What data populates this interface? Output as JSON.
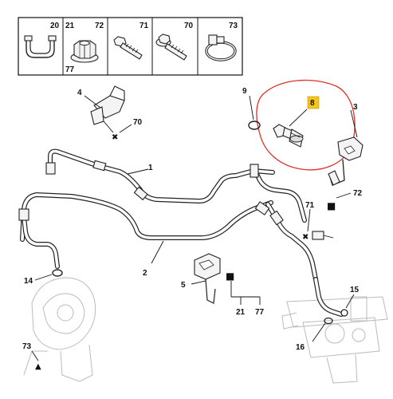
{
  "parts_header": {
    "cells": [
      {
        "top_left": "20",
        "top_right": "",
        "bottom_left": ""
      },
      {
        "top_left": "21",
        "top_right": "72",
        "bottom_left": "77"
      },
      {
        "top_left": "",
        "top_right": "71",
        "bottom_left": ""
      },
      {
        "top_left": "",
        "top_right": "70",
        "bottom_left": ""
      },
      {
        "top_left": "",
        "top_right": "73",
        "bottom_left": ""
      }
    ]
  },
  "callouts": {
    "c1": "1",
    "c2": "2",
    "c3": "3",
    "c4": "4",
    "c5": "5",
    "c8": "8",
    "c9": "9",
    "c14": "14",
    "c15": "15",
    "c16": "16",
    "c21": "21",
    "c70": "70",
    "c71": "71",
    "c72": "72",
    "c73": "73",
    "c77": "77"
  },
  "colors": {
    "highlight_circle": "#e0302a",
    "highlight_badge": "#f5c518"
  },
  "markers": {
    "cross": "✖",
    "square": "■",
    "triangle": "▲"
  }
}
